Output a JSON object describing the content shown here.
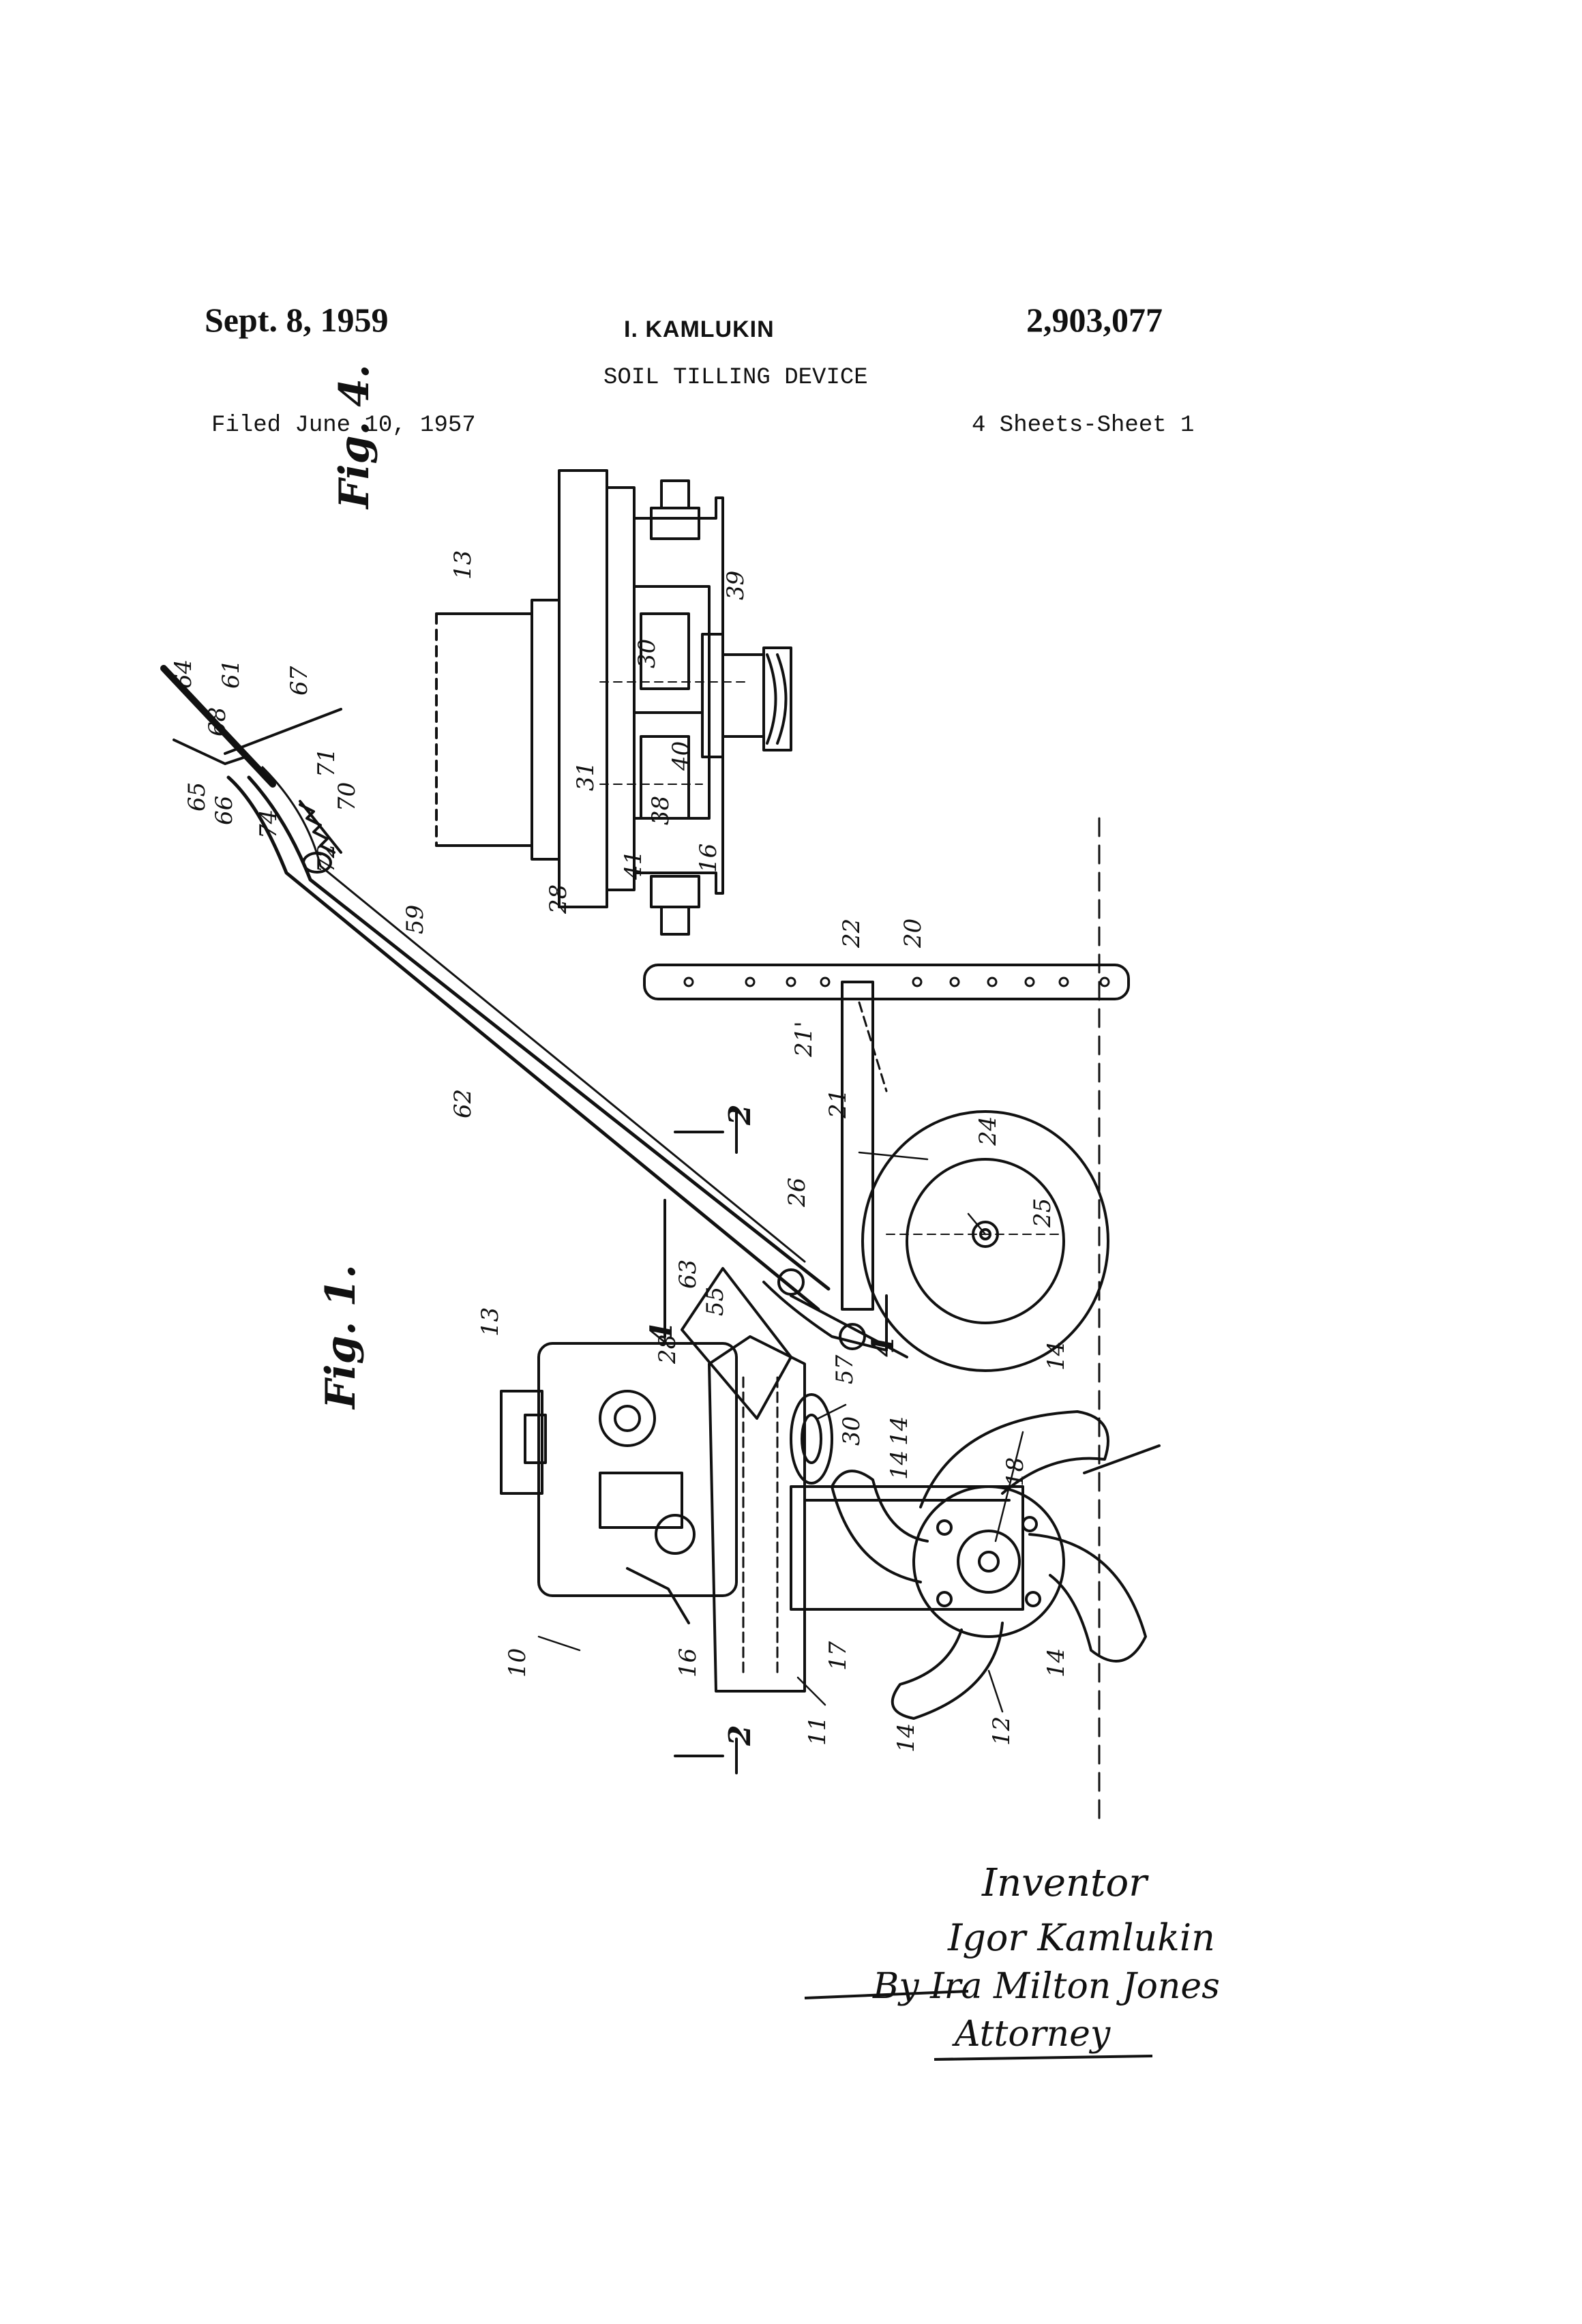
{
  "header": {
    "date": "Sept. 8, 1959",
    "inventor": "I. KAMLUKIN",
    "patent_number": "2,903,077",
    "title": "SOIL TILLING DEVICE",
    "filed": "Filed June 10, 1957",
    "sheets": "4 Sheets-Sheet 1"
  },
  "figures": {
    "fig1": "Fig. 1.",
    "fig4": "Fig. 4."
  },
  "reference_numerals": {
    "n10": "10",
    "n11": "11",
    "n12": "12",
    "n13": "13",
    "n13b": "13",
    "n14a": "14",
    "n14b": "14",
    "n14c": "14",
    "n14d": "14",
    "n14e": "14",
    "n16": "16",
    "n16b": "16",
    "n17": "17",
    "n18": "18",
    "n20": "20",
    "n21": "21",
    "n21p": "21'",
    "n22": "22",
    "n24": "24",
    "n25": "25",
    "n26": "26",
    "n28": "28",
    "n28b": "28",
    "n30": "30",
    "n30b": "30",
    "n31": "31",
    "n38": "38",
    "n39": "39",
    "n40": "40",
    "n41": "41",
    "n55": "55",
    "n57": "57",
    "n59": "59",
    "n61": "61",
    "n62": "62",
    "n63": "63",
    "n64": "64",
    "n65": "65",
    "n66": "66",
    "n67": "67",
    "n68": "68",
    "n70": "70",
    "n71": "71",
    "n72": "72",
    "n74": "74"
  },
  "section_marks": {
    "s2_top": "2",
    "s2_bottom": "2",
    "s4_left": "4",
    "s4_right": "4"
  },
  "signature": {
    "inventor_heading": "Inventor",
    "inventor_name": "Igor Kamlukin",
    "by_line": "By Ira Milton Jones",
    "attorney": "Attorney"
  },
  "colors": {
    "ink": "#111111",
    "paper": "#ffffff"
  }
}
